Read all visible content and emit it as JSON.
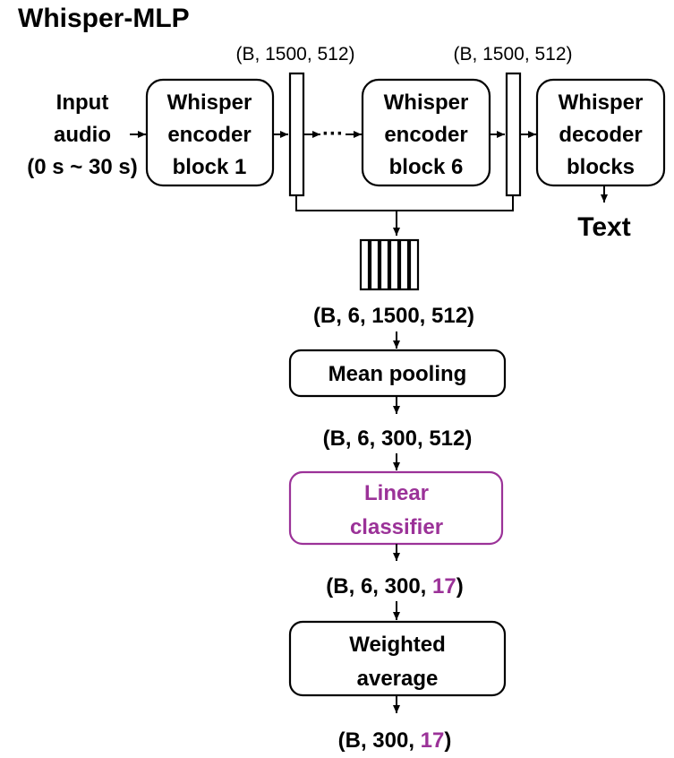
{
  "title": "Whisper-MLP",
  "colors": {
    "ink": "#000000",
    "accent": "#9b3298"
  },
  "input": {
    "line1": "Input",
    "line2": "audio",
    "line3": "(0 s ~ 30 s)"
  },
  "encoder_block_1": {
    "line1": "Whisper",
    "line2": "encoder",
    "line3": "block 1"
  },
  "encoder_block_6": {
    "line1": "Whisper",
    "line2": "encoder",
    "line3": "block 6"
  },
  "decoder_blocks": {
    "line1": "Whisper",
    "line2": "decoder",
    "line3": "blocks"
  },
  "ellipsis": "···",
  "hidden_shape_1": "(B, 1500, 512)",
  "hidden_shape_2": "(B, 1500, 512)",
  "text_output": "Text",
  "stack_shape": "(B, 6, 1500, 512)",
  "mean_pooling": "Mean pooling",
  "pooled_shape": "(B, 6, 300, 512)",
  "linear_classifier": {
    "line1": "Linear",
    "line2": "classifier"
  },
  "logits_shape": {
    "prefix": "(B, 6, 300, ",
    "classes": "17",
    "suffix": ")"
  },
  "weighted_average": {
    "line1": "Weighted",
    "line2": "average"
  },
  "output_shape": {
    "prefix": "(B, 300, ",
    "classes": "17",
    "suffix": ")"
  }
}
